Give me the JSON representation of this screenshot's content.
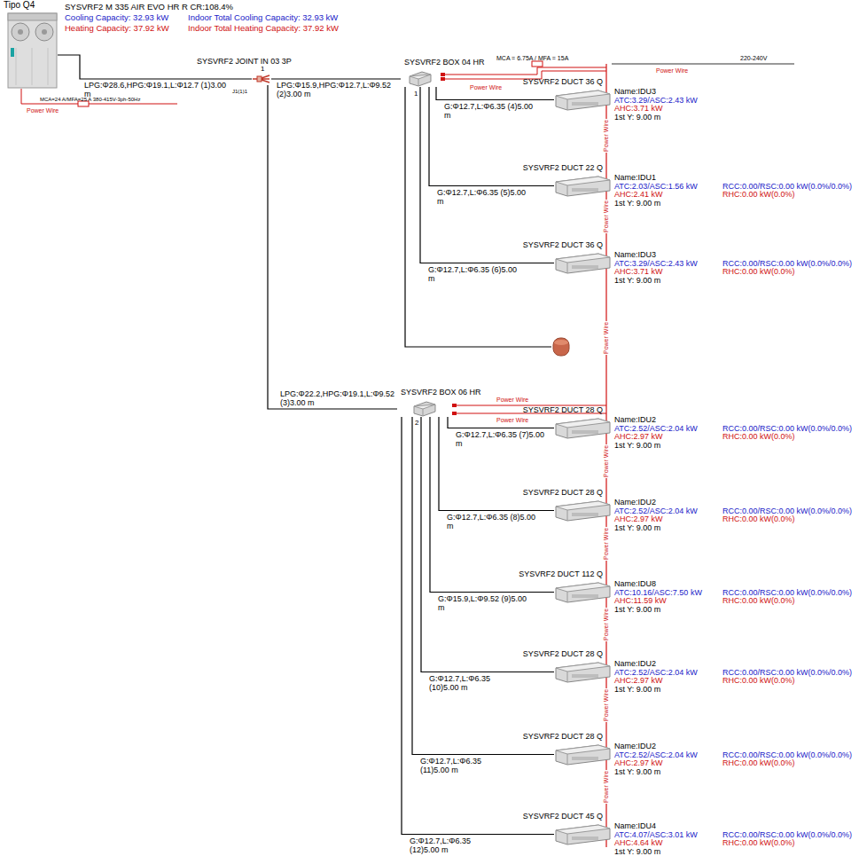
{
  "diagram": {
    "nodes": [
      {
        "text": [
          "Tipo Q4"
        ]
      },
      {
        "text": [
          "SYSVRF2 JOINT IN 03 3P"
        ]
      },
      {
        "text": [
          "SYSVRF2 BOX 04 HR"
        ]
      },
      {
        "text": [
          "SYSVRF2 BOX 06 HR"
        ]
      },
      {
        "text": [
          "SYSVRF2 DUCT 36 Q",
          "Name:IDU3",
          "ATC:3.29/ASC:2.43 kW",
          "AHC:3.71 kW",
          "1st Y: 9.00 m"
        ]
      },
      {
        "text": [
          "SYSVRF2 DUCT 22 Q",
          "Name:IDU1",
          "ATC:2.03/ASC:1.56 kW",
          "AHC:2.41 kW",
          "1st Y: 9.00 m",
          "RCC:0.00/RSC:0.00 kW(0.0%/0.0%)",
          "RHC:0.00 kW(0.0%)"
        ]
      },
      {
        "text": [
          "SYSVRF2 DUCT 36 Q",
          "Name:IDU3",
          "ATC:3.29/ASC:2.43 kW",
          "AHC:3.71 kW",
          "1st Y: 9.00 m",
          "RCC:0.00/RSC:0.00 kW(0.0%/0.0%)",
          "RHC:0.00 kW(0.0%)"
        ]
      },
      {
        "text": [
          "SYSVRF2 DUCT 28 Q",
          "Name:IDU2",
          "ATC:2.52/ASC:2.04 kW",
          "AHC:2.97 kW",
          "1st Y: 9.00 m",
          "RCC:0.00/RSC:0.00 kW(0.0%/0.0%)",
          "RHC:0.00 kW(0.0%)"
        ]
      },
      {
        "text": [
          "SYSVRF2 DUCT 28 Q",
          "Name:IDU2",
          "ATC:2.52/ASC:2.04 kW",
          "AHC:2.97 kW",
          "1st Y: 9.00 m",
          "RCC:0.00/RSC:0.00 kW(0.0%/0.0%)",
          "RHC:0.00 kW(0.0%)"
        ]
      },
      {
        "text": [
          "SYSVRF2 DUCT 112 Q",
          "Name:IDU8",
          "ATC:10.16/ASC:7.50 kW",
          "AHC:11.59 kW",
          "1st Y: 9.00 m",
          "RCC:0.00/RSC:0.00 kW(0.0%/0.0%)",
          "RHC:0.00 kW(0.0%)"
        ]
      },
      {
        "text": [
          "SYSVRF2 DUCT 28 Q",
          "Name:IDU2",
          "ATC:2.52/ASC:2.04 kW",
          "AHC:2.97 kW",
          "1st Y: 9.00 m",
          "RCC:0.00/RSC:0.00 kW(0.0%/0.0%)",
          "RHC:0.00 kW(0.0%)"
        ]
      },
      {
        "text": [
          "SYSVRF2 DUCT 28 Q",
          "Name:IDU2",
          "ATC:2.52/ASC:2.04 kW",
          "AHC:2.97 kW",
          "1st Y: 9.00 m",
          "RCC:0.00/RSC:0.00 kW(0.0%/0.0%)",
          "RHC:0.00 kW(0.0%)"
        ]
      },
      {
        "text": [
          "SYSVRF2 DUCT 45 Q",
          "Name:IDU4",
          "ATC:4.07/ASC:3.01 kW",
          "AHC:4.64 kW",
          "1st Y: 9.00 m",
          "RCC:0.00/RSC:0.00 kW(0.0%/0.0%)",
          "RHC:0.00 kW(0.0%)"
        ]
      }
    ],
    "edges": [
      {
        "from": 0,
        "to": 1,
        "arrow": "none",
        "label": "LPG:Φ28.6,HPG:Φ19.1,L:Φ12.7 (1)3.00 m"
      },
      {
        "from": 1,
        "to": 2,
        "arrow": "none",
        "label": "LPG:Φ15.9,HPG:Φ12.7,L:Φ9.52 (2)3.00 m"
      },
      {
        "from": 1,
        "to": 3,
        "arrow": "none",
        "label": "LPG:Φ22.2,HPG:Φ19.1,L:Φ9.52 (3)3.00 m"
      },
      {
        "from": 2,
        "to": 4,
        "arrow": "none",
        "label": "G:Φ12.7,L:Φ6.35 (4)5.00 m"
      },
      {
        "from": 2,
        "to": 5,
        "arrow": "none",
        "label": "G:Φ12.7,L:Φ6.35 (5)5.00 m"
      },
      {
        "from": 2,
        "to": 6,
        "arrow": "none",
        "label": "G:Φ12.7,L:Φ6.35 (6)5.00 m"
      },
      {
        "from": 3,
        "to": 7,
        "arrow": "none",
        "label": "G:Φ12.7,L:Φ6.35 (7)5.00 m"
      },
      {
        "from": 3,
        "to": 8,
        "arrow": "none",
        "label": "G:Φ12.7,L:Φ6.35 (8)5.00 m"
      },
      {
        "from": 3,
        "to": 9,
        "arrow": "none",
        "label": "G:Φ15.9,L:Φ9.52 (9)5.00 m"
      },
      {
        "from": 3,
        "to": 10,
        "arrow": "none",
        "label": "G:Φ12.7,L:Φ6.35 (10)5.00 m"
      },
      {
        "from": 3,
        "to": 11,
        "arrow": "none",
        "label": "G:Φ12.7,L:Φ6.35 (11)5.00 m"
      },
      {
        "from": 3,
        "to": 12,
        "arrow": "none",
        "label": "G:Φ12.7,L:Φ6.35 (12)5.00 m"
      }
    ],
    "labels": [
      "SYSVRF2 M 335 AIR EVO HR R  CR:108.4%",
      "Cooling Capacity: 32.93 kW",
      "Indoor Total Cooling Capacity: 32.93 kW",
      "Heating Capacity: 37.92 kW",
      "Indoor Total Heating Capacity: 37.92 kW",
      "MCA=24 A/MFA=25 A  380-415V-3ph-50Hz",
      "Power Wire",
      "1",
      "J1(1)1",
      "1",
      "2",
      "MCA = 6.75A / MFA = 15A",
      "220-240V",
      "Power Wire",
      "Power Wire",
      "Power Wire",
      "Power Wire",
      "Power Wire",
      "Power Wire",
      "Power Wire",
      "Power Wire",
      "Power Wire",
      "Power Wire",
      "Power Wire",
      "Power Wire"
    ]
  }
}
